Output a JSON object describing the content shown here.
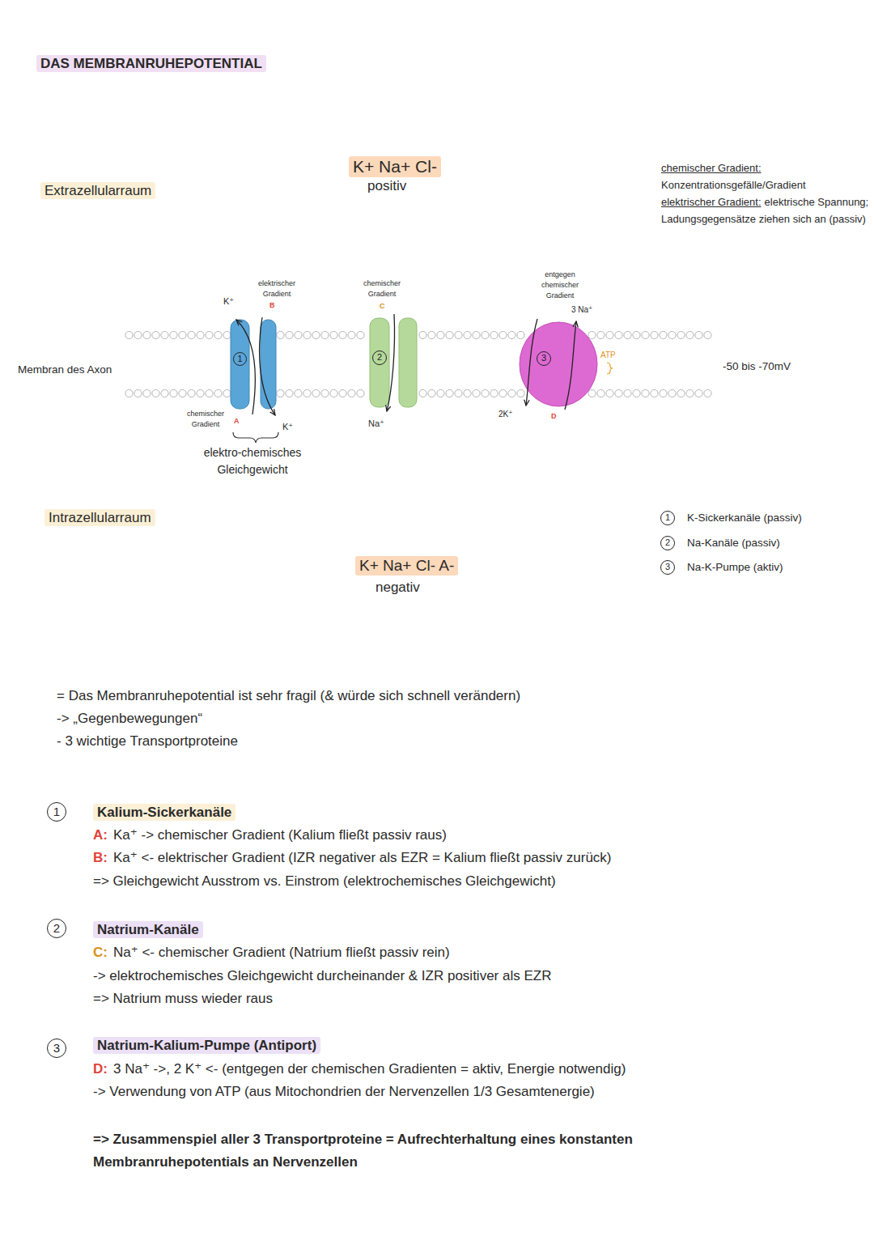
{
  "diagram": {
    "title": "DAS MEMBRANRUHEPOTENTIAL",
    "nodes": [
      {
        "text": [
          "1"
        ]
      },
      {
        "text": [
          "2"
        ]
      },
      {
        "text": [
          "3"
        ]
      }
    ],
    "labels": [
      "Extrazellularraum",
      "K+ Na+ Cl-",
      "positiv",
      "chemischer Gradient:",
      "Konzentrationsgefälle/Gradient",
      "elektrischer Gradient:",
      "elektrische Spannung; Ladungsgegensätze ziehen sich an (passiv)",
      "elektrischer Gradient",
      "K⁺",
      "B",
      "chemischer Gradient",
      "C",
      "entgegen chemischer Gradient",
      "3 Na⁺",
      "ATP",
      "Membran des Axon",
      "-50 bis -70mV",
      "chemischer Gradient",
      "A",
      "K⁺",
      "Na⁺",
      "2K⁺",
      "D",
      "elektro-chemisches Gleichgewicht",
      "Intrazellularraum",
      "1",
      "K-Sickerkanäle (passiv)",
      "2",
      "Na-Kanäle (passiv)",
      "3",
      "Na-K-Pumpe (aktiv)",
      "K+ Na+ Cl- A-",
      "negativ",
      "= Das Membranruhepotential ist sehr fragil (& würde sich schnell verändern)",
      "-> „Gegenbewegungen“",
      "- 3 wichtige Transportproteine",
      "1",
      "Kalium-Sickerkanäle",
      "A:",
      "Ka⁺ -> chemischer Gradient (Kalium fließt passiv raus)",
      "B:",
      "Ka⁺ <- elektrischer Gradient (IZR negativer als EZR = Kalium fließt passiv zurück)",
      "=> Gleichgewicht Ausstrom vs. Einstrom (elektrochemisches Gleichgewicht)",
      "2",
      "Natrium-Kanäle",
      "C:",
      "Na⁺ <- chemischer Gradient (Natrium fließt passiv rein)",
      "-> elektrochemisches Gleichgewicht durcheinander & IZR positiver als EZR",
      "=> Natrium muss wieder raus",
      "3",
      "Natrium-Kalium-Pumpe (Antiport)",
      "D:",
      "3 Na⁺ ->, 2 K⁺ <- (entgegen der chemischen Gradienten = aktiv, Energie notwendig)",
      "-> Verwendung von ATP (aus Mitochondrien der Nervenzellen 1/3 Gesamtenergie)",
      "=> Zusammenspiel aller 3 Transportproteine = Aufrechterhaltung eines konstanten Membranruhepotentials an Nervenzellen"
    ]
  }
}
